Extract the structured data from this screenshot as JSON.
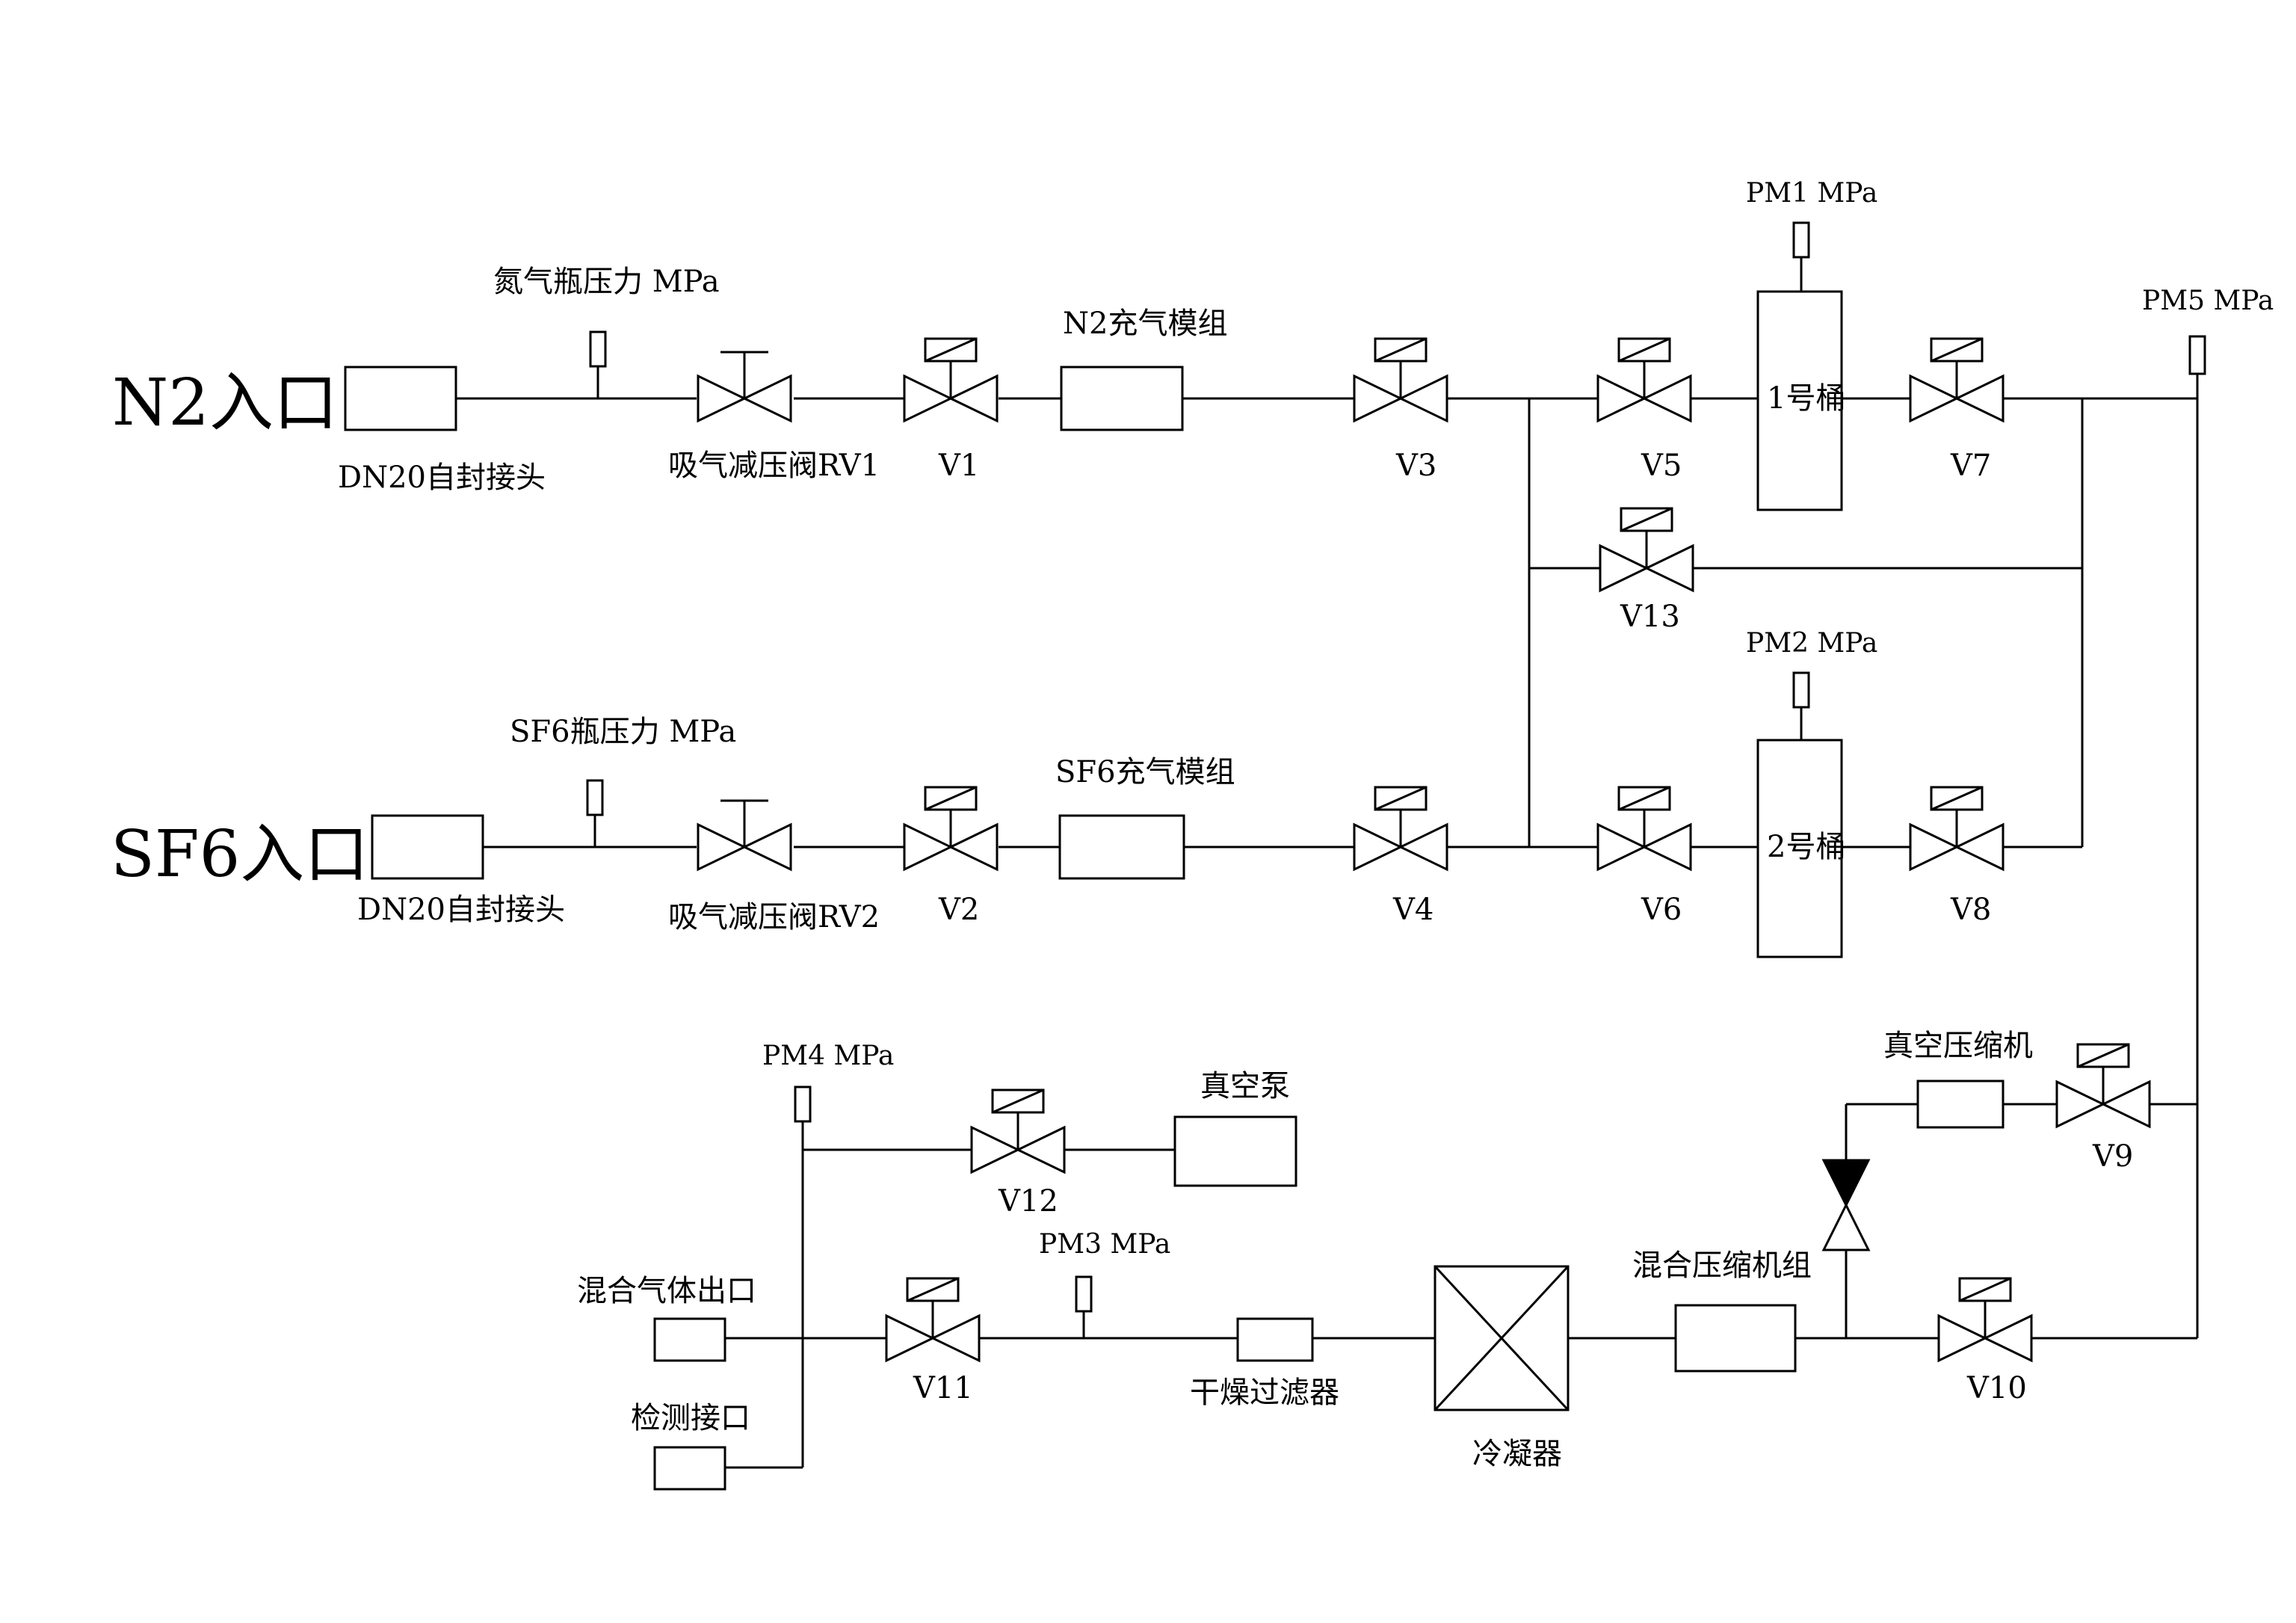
{
  "inlets": {
    "n2": "N2入口",
    "sf6": "SF6入口"
  },
  "labels": {
    "n2_coupling": "DN20自封接头",
    "sf6_coupling": "DN20自封接头",
    "n2_bottle_pressure": "氮气瓶压力  MPa",
    "sf6_bottle_pressure": "SF6瓶压力  MPa",
    "rv1": "吸气减压阀RV1",
    "rv2": "吸气减压阀RV2",
    "n2_module": "N2充气模组",
    "sf6_module": "SF6充气模组",
    "tank1": "1号桶",
    "tank2": "2号桶",
    "pm1": "PM1  MPa",
    "pm2": "PM2  MPa",
    "pm3": "PM3  MPa",
    "pm4": "PM4  MPa",
    "pm5": "PM5  MPa",
    "vacuum_pump": "真空泵",
    "vacuum_compressor": "真空压缩机",
    "mix_compressor_group": "混合压缩机组",
    "condenser": "冷凝器",
    "dry_filter": "干燥过滤器",
    "mixed_gas_outlet": "混合气体出口",
    "test_port": "检测接口"
  },
  "valves": {
    "v1": "V1",
    "v2": "V2",
    "v3": "V3",
    "v4": "V4",
    "v5": "V5",
    "v6": "V6",
    "v7": "V7",
    "v8": "V8",
    "v9": "V9",
    "v10": "V10",
    "v11": "V11",
    "v12": "V12",
    "v13": "V13"
  }
}
